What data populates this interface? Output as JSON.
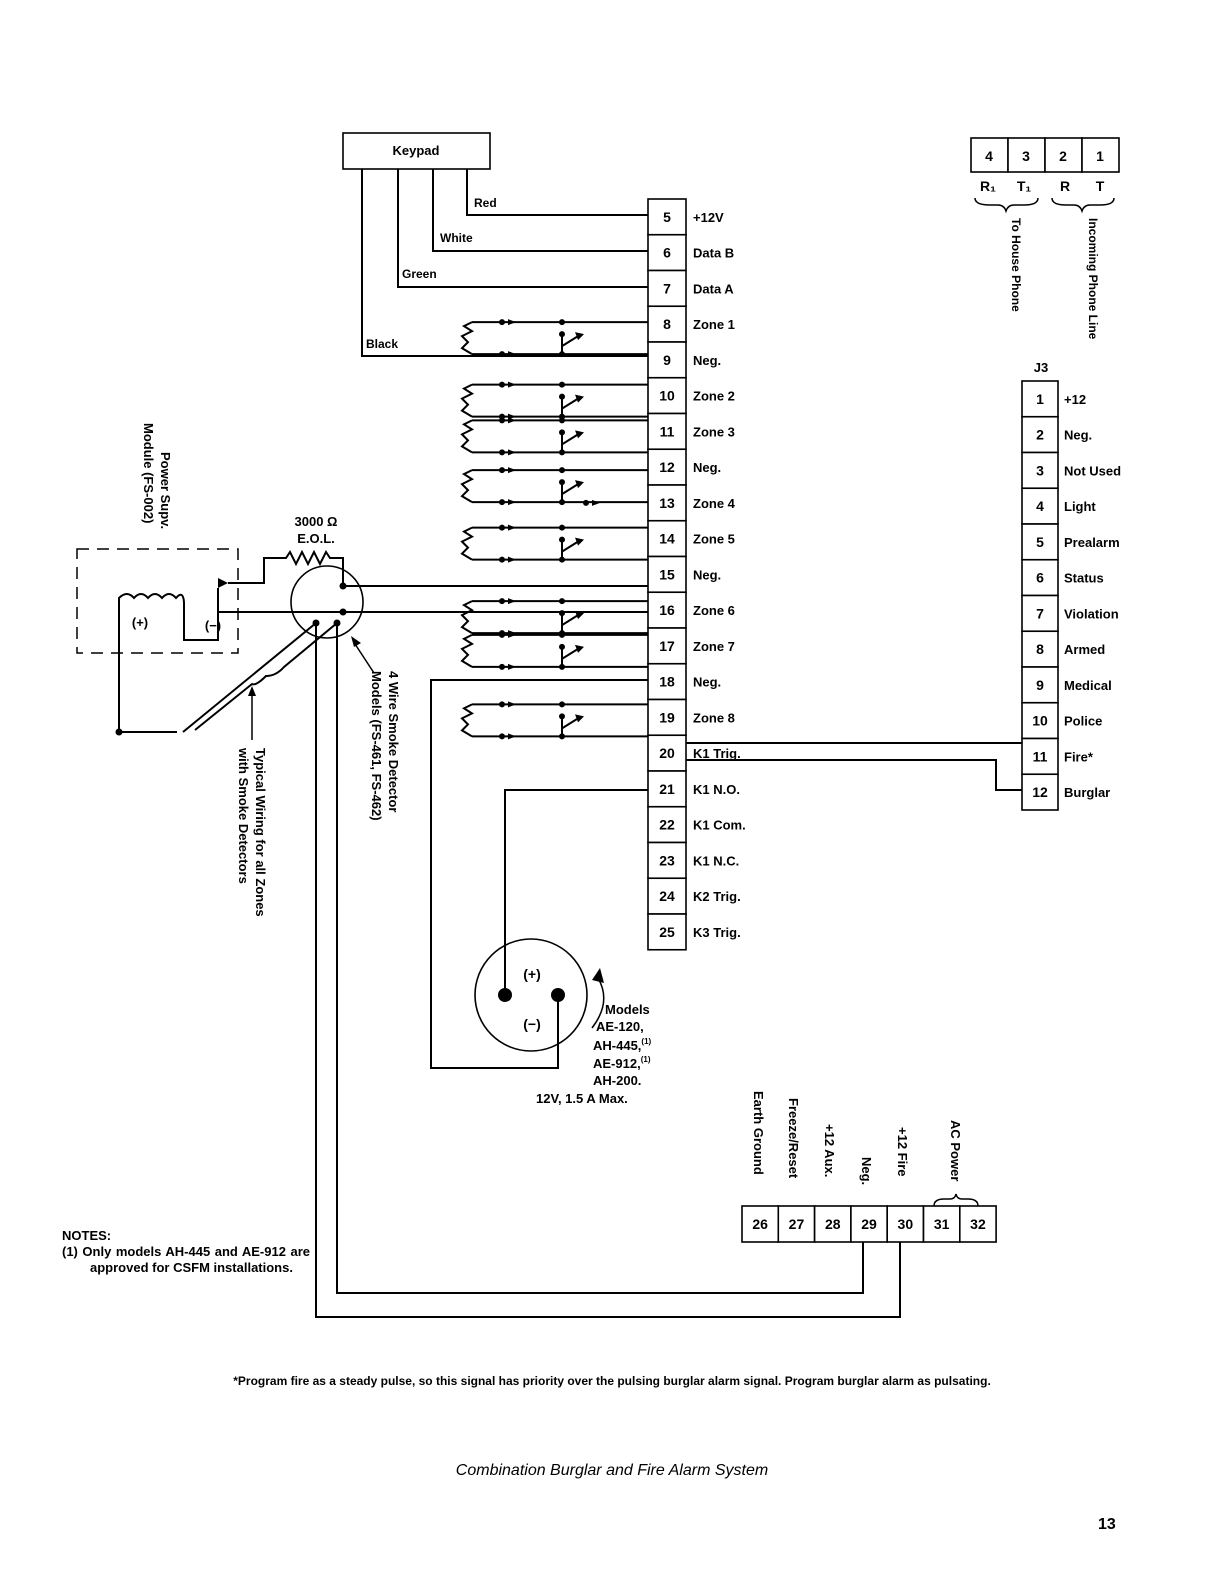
{
  "keypad": {
    "label": "Keypad",
    "wires": [
      "Red",
      "White",
      "Green",
      "Black"
    ]
  },
  "main_terminals": [
    {
      "num": "5",
      "label": "+12V"
    },
    {
      "num": "6",
      "label": "Data B"
    },
    {
      "num": "7",
      "label": "Data A"
    },
    {
      "num": "8",
      "label": "Zone 1"
    },
    {
      "num": "9",
      "label": "Neg."
    },
    {
      "num": "10",
      "label": "Zone 2"
    },
    {
      "num": "11",
      "label": "Zone 3"
    },
    {
      "num": "12",
      "label": "Neg."
    },
    {
      "num": "13",
      "label": "Zone 4"
    },
    {
      "num": "14",
      "label": "Zone 5"
    },
    {
      "num": "15",
      "label": "Neg."
    },
    {
      "num": "16",
      "label": "Zone 6"
    },
    {
      "num": "17",
      "label": "Zone 7"
    },
    {
      "num": "18",
      "label": "Neg."
    },
    {
      "num": "19",
      "label": "Zone 8"
    },
    {
      "num": "20",
      "label": "K1 Trig."
    },
    {
      "num": "21",
      "label": "K1 N.O."
    },
    {
      "num": "22",
      "label": "K1 Com."
    },
    {
      "num": "23",
      "label": "K1 N.C."
    },
    {
      "num": "24",
      "label": "K2 Trig."
    },
    {
      "num": "25",
      "label": "K3 Trig."
    }
  ],
  "phone": {
    "terminals": [
      "4",
      "3",
      "2",
      "1"
    ],
    "letters": [
      "R₁",
      "T₁",
      "R",
      "T"
    ],
    "to_house": "To House Phone",
    "incoming": "Incoming Phone Line"
  },
  "j3": {
    "title": "J3",
    "terminals": [
      {
        "num": "1",
        "label": "+12"
      },
      {
        "num": "2",
        "label": "Neg."
      },
      {
        "num": "3",
        "label": "Not Used"
      },
      {
        "num": "4",
        "label": "Light"
      },
      {
        "num": "5",
        "label": "Prealarm"
      },
      {
        "num": "6",
        "label": "Status"
      },
      {
        "num": "7",
        "label": "Violation"
      },
      {
        "num": "8",
        "label": "Armed"
      },
      {
        "num": "9",
        "label": "Medical"
      },
      {
        "num": "10",
        "label": "Police"
      },
      {
        "num": "11",
        "label": "Fire*"
      },
      {
        "num": "12",
        "label": "Burglar"
      }
    ]
  },
  "power_module": {
    "label_line1": "Power Supv.",
    "label_line2": "Module (FS-002)",
    "plus": "(+)",
    "minus": "(−)"
  },
  "eol": {
    "line1": "3000 Ω",
    "line2": "E.O.L."
  },
  "smoke_detector": {
    "line1": "4 Wire Smoke Detector",
    "line2": "Models (FS-461, FS-462)"
  },
  "typical_wiring": {
    "line1": "Typical Wiring for all Zones",
    "line2": "with Smoke Detectors"
  },
  "bell": {
    "plus": "(+)",
    "minus": "(−)",
    "models": [
      "Models",
      "AE-120,",
      "AH-445,",
      "AE-912,",
      "AH-200."
    ],
    "superscript": "(1)",
    "rating": "12V, 1.5 A Max."
  },
  "bottom_terminals": {
    "nums": [
      "26",
      "27",
      "28",
      "29",
      "30",
      "31",
      "32"
    ],
    "labels": [
      "Earth Ground",
      "Freeze/Reset",
      "+12 Aux.",
      "Neg.",
      "+12 Fire",
      "AC Power"
    ]
  },
  "notes": {
    "title": "NOTES:",
    "note1": "(1) Only models AH-445 and AE-912 are approved for CSFM installations."
  },
  "footnote": "*Program fire as a steady pulse, so this signal has priority over the pulsing burglar alarm signal. Program burglar alarm as pulsating.",
  "caption": "Combination Burglar and Fire Alarm System",
  "page_number": "13"
}
